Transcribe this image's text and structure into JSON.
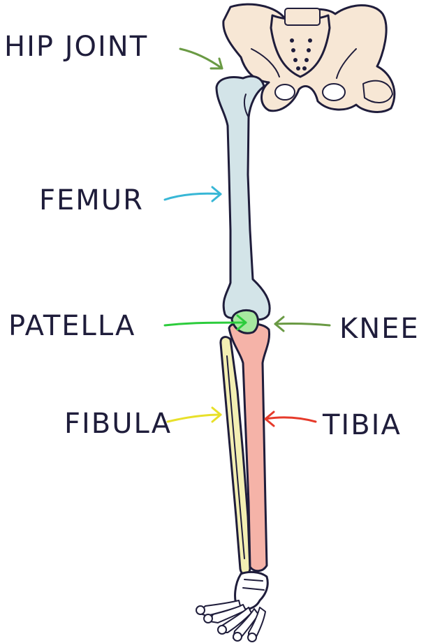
{
  "labels": {
    "hip_joint": "HIP JOINT",
    "femur": "FEMUR",
    "patella": "PATELLA",
    "knee": "KNEE",
    "fibula": "FIBULA",
    "tibia": "TIBIA"
  },
  "colors": {
    "ink": "#1f1d3b",
    "pelvis": "#f7e7d5",
    "femur": "#d3e4e8",
    "patella": "#a7e8a0",
    "tibia": "#f5b3a8",
    "fibula": "#f3efb3",
    "foot": "#ffffff",
    "arrow_hip": "#6a9a44",
    "arrow_femur": "#38b7d6",
    "arrow_patella": "#2ccc3c",
    "arrow_knee": "#6a9a44",
    "arrow_fibula": "#e8e02a",
    "arrow_tibia": "#e63a2a"
  }
}
